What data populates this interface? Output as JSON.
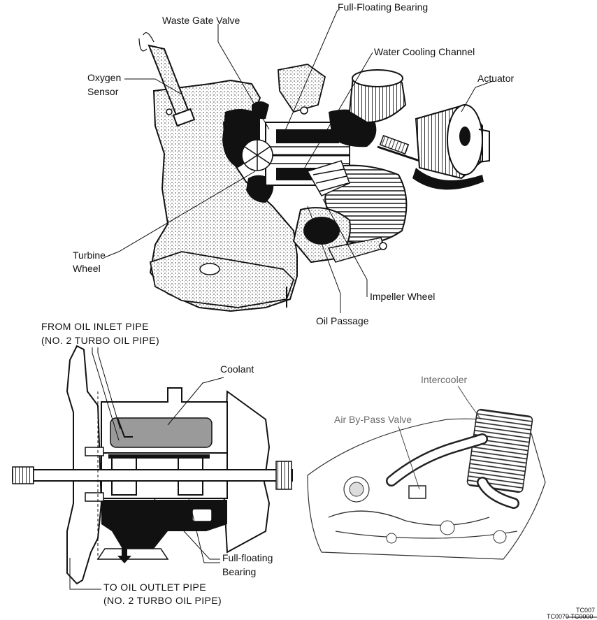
{
  "top_diagram": {
    "labels": {
      "full_floating_bearing": "Full-Floating Bearing",
      "waste_gate_valve": "Waste Gate Valve",
      "water_cooling_channel": "Water Cooling Channel",
      "oxygen_sensor_line1": "Oxygen",
      "oxygen_sensor_line2": "Sensor",
      "actuator": "Actuator",
      "turbine_wheel_line1": "Turbine",
      "turbine_wheel_line2": "Wheel",
      "impeller_wheel": "Impeller Wheel",
      "oil_passage": "Oil Passage"
    }
  },
  "bottom_left_diagram": {
    "labels": {
      "from_oil_inlet_line1": "FROM OIL INLET PIPE",
      "from_oil_inlet_line2": "(NO. 2 TURBO OIL PIPE)",
      "coolant": "Coolant",
      "full_floating_bearing_line1": "Full-floating",
      "full_floating_bearing_line2": "Bearing",
      "to_oil_outlet_line1": "TO OIL OUTLET PIPE",
      "to_oil_outlet_line2": "(NO. 2 TURBO OIL PIPE)"
    }
  },
  "bottom_right_diagram": {
    "labels": {
      "intercooler": "Intercooler",
      "air_bypass_valve": "Air By-Pass Valve"
    }
  },
  "figure_codes": {
    "code1": "TC007",
    "code2": "TC0070 TC0000"
  }
}
